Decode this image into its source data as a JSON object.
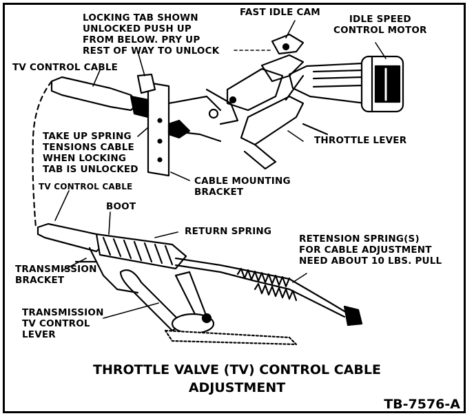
{
  "labels": {
    "locking_tab": "LOCKING TAB SHOWN\nUNLOCKED PUSH UP\nFROM BELOW. PRY UP\nREST OF WAY TO UNLOCK",
    "fast_idle_cam": "FAST IDLE CAM",
    "idle_speed_motor": "IDLE SPEED\nCONTROL MOTOR",
    "tv_control_cable_top": "TV CONTROL CABLE",
    "take_up_spring": "TAKE UP SPRING\nTENSIONS CABLE\nWHEN LOCKING\nTAB IS UNLOCKED",
    "throttle_lever": "THROTTLE LEVER",
    "tv_control_cable_mid": "TV CONTROL CABLE",
    "cable_mounting_bracket": "CABLE MOUNTING\nBRACKET",
    "boot": "BOOT",
    "return_spring": "RETURN SPRING",
    "retension_spring": "RETENSION SPRING(S)\nFOR CABLE ADJUSTMENT\nNEED ABOUT 10 LBS. PULL",
    "transmission_bracket": "TRANSMISSION\nBRACKET",
    "transmission_tv_lever": "TRANSMISSION\nTV CONTROL\nLEVER"
  },
  "title": {
    "line1": "THROTTLE VALVE (TV) CONTROL CABLE",
    "line2": "ADJUSTMENT"
  },
  "figure_code": "TB-7576-A"
}
